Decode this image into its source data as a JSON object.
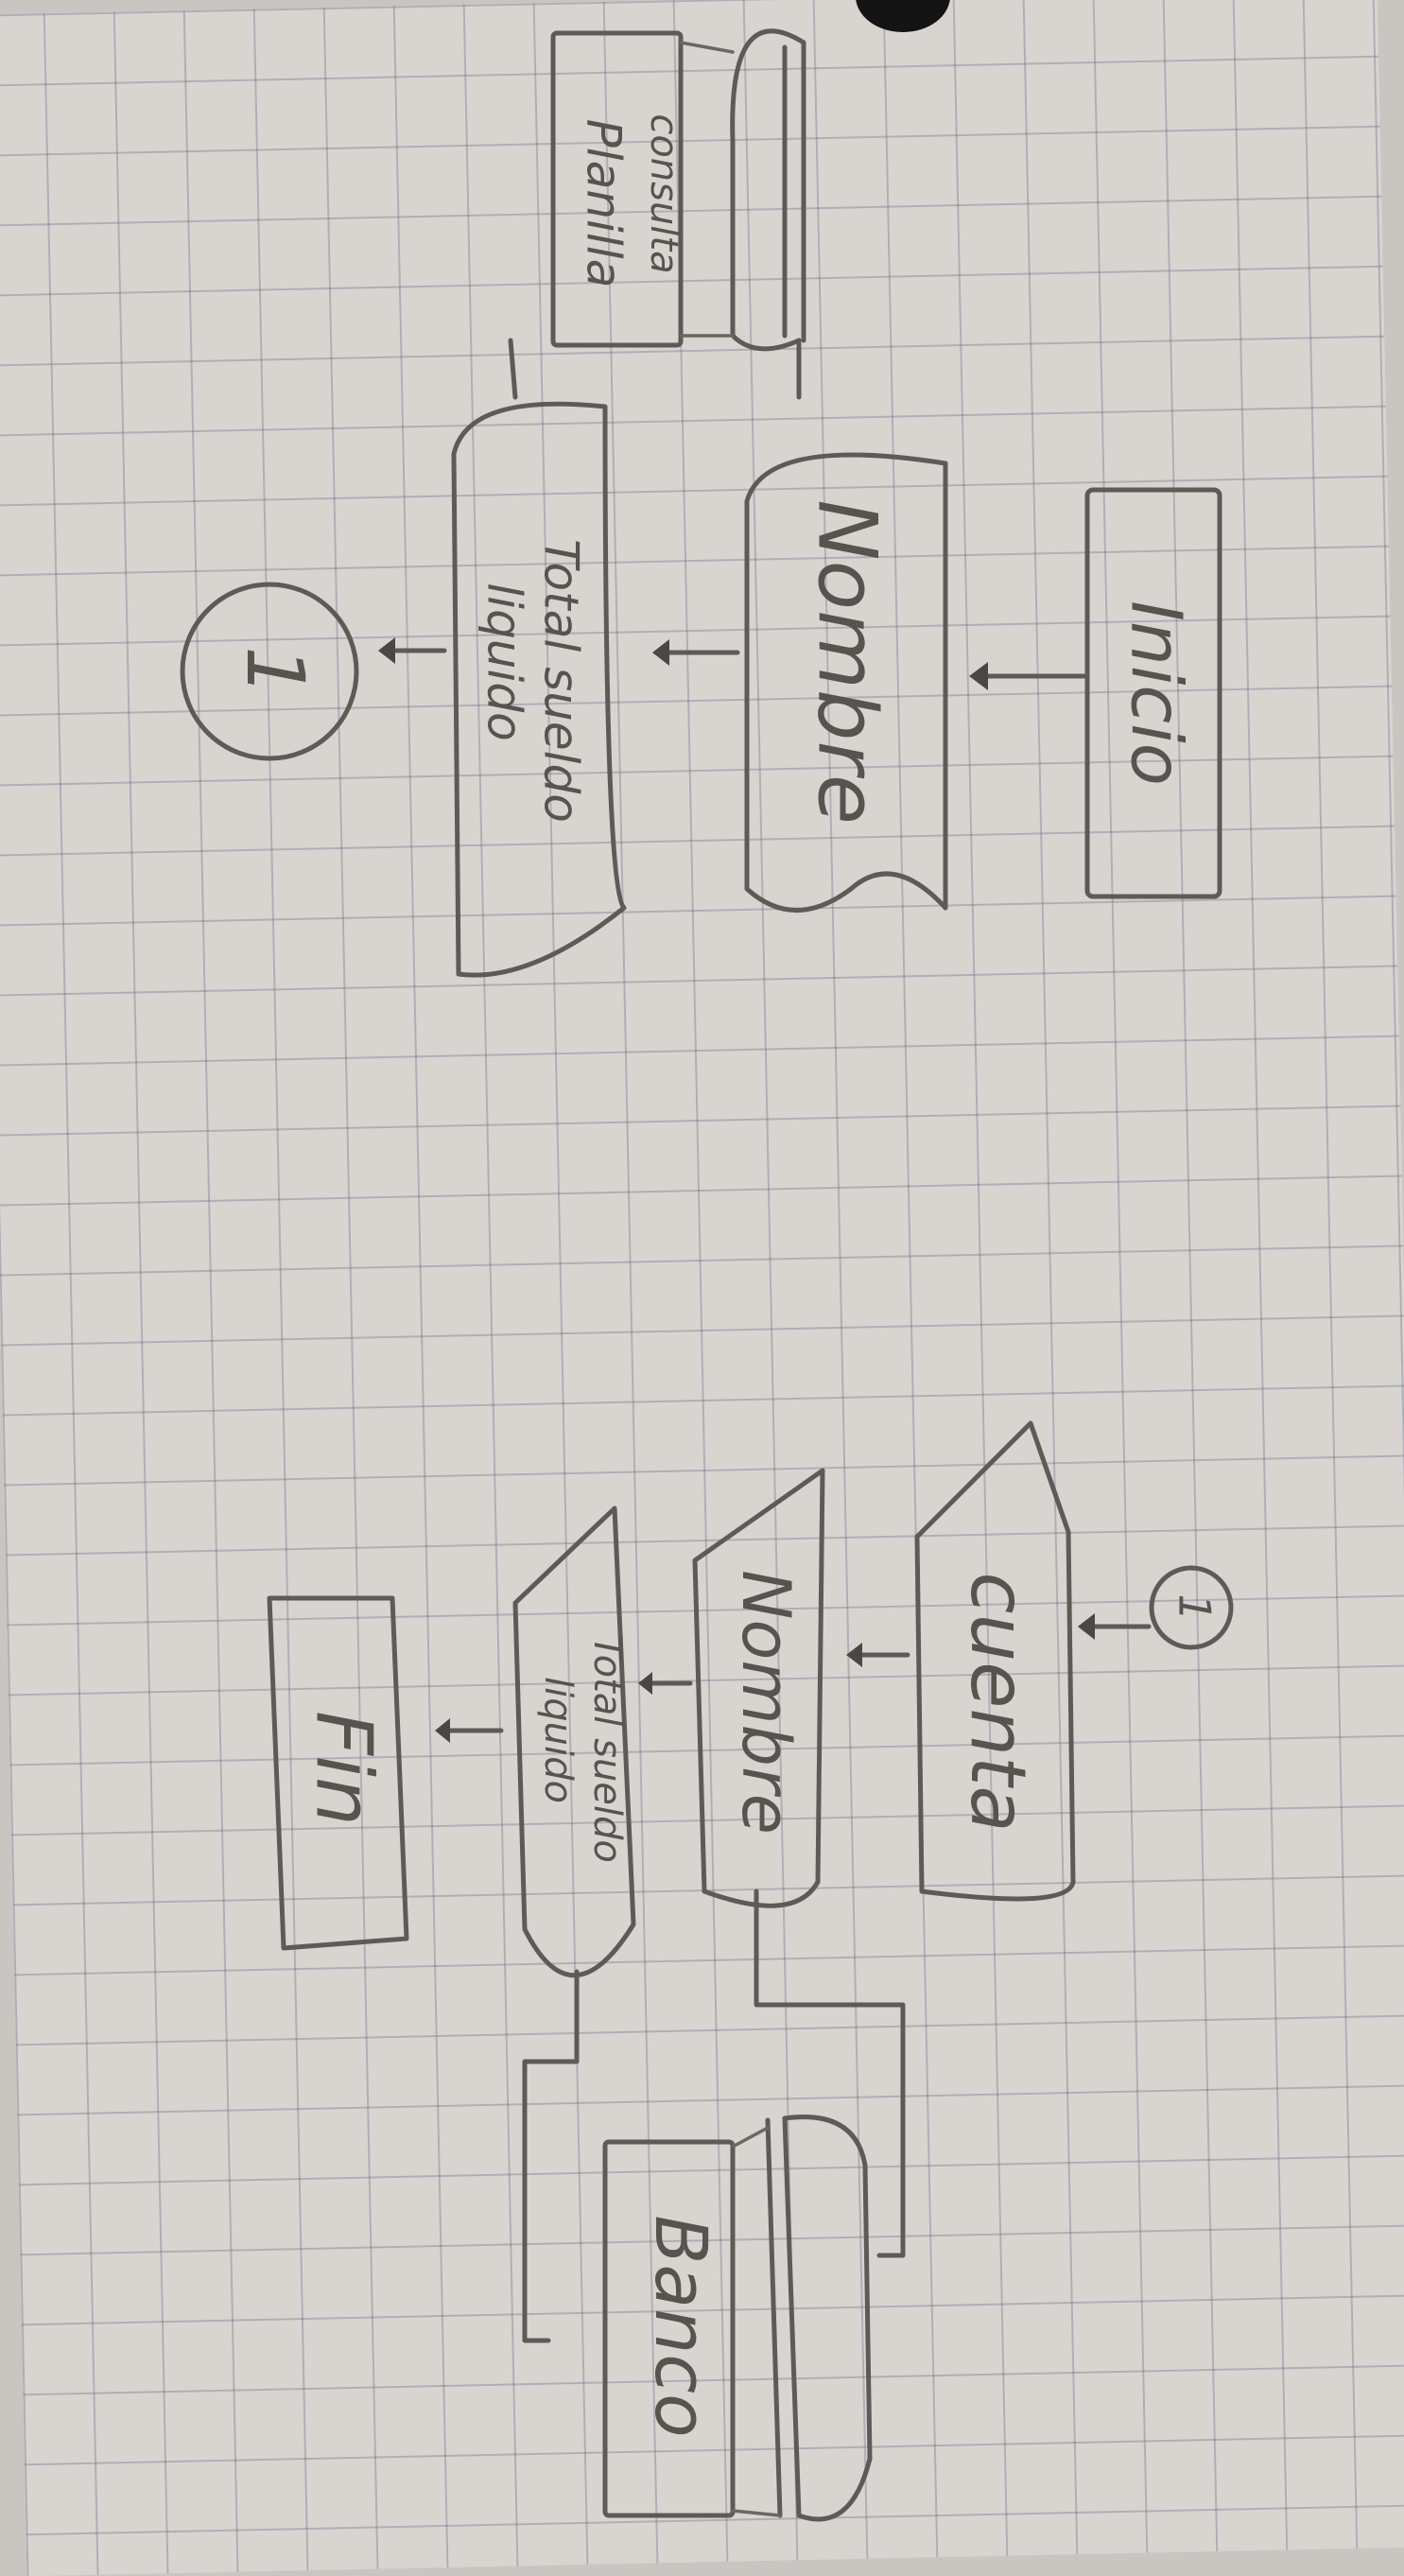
{
  "flowchart": {
    "left_column": {
      "start": "Inicio",
      "input_name": "Nombre",
      "db_label_line1": "consulta",
      "db_label_line2": "Planilla",
      "output_total_line1": "Total sueldo",
      "output_total_line2": "liquido",
      "connector": "1"
    },
    "right_column": {
      "connector": "1",
      "input_account": "cuenta",
      "input_name": "Nombre",
      "output_total_line1": "Total sueldo",
      "output_total_line2": "liquido",
      "db_label": "Banco",
      "end": "Fin"
    }
  }
}
